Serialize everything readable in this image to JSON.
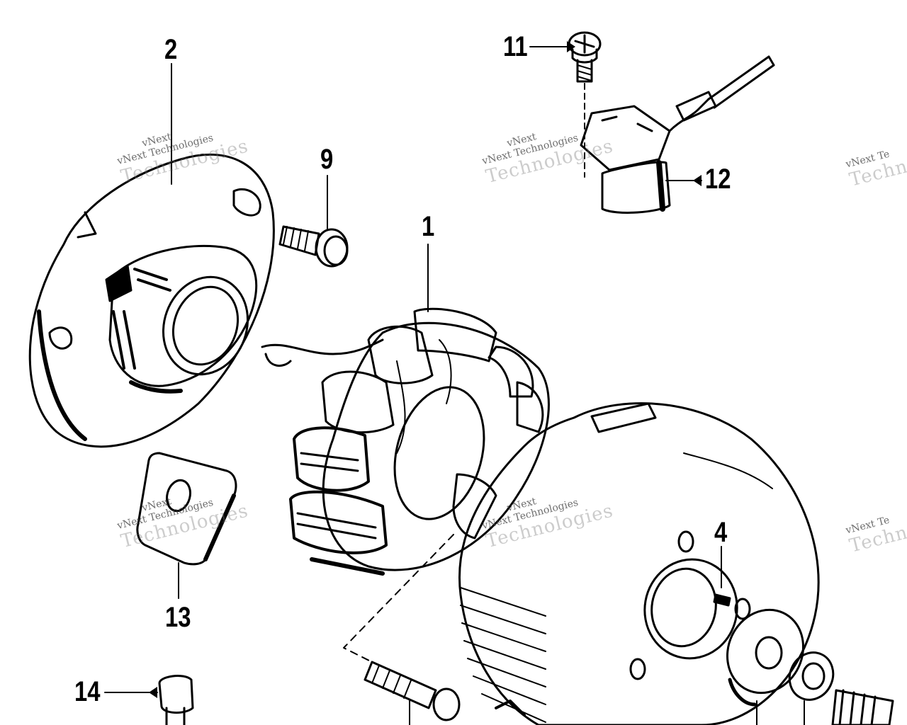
{
  "diagram": {
    "callouts": {
      "c1": "1",
      "c2": "2",
      "c4": "4",
      "c9": "9",
      "c11": "11",
      "c12": "12",
      "c13": "13",
      "c14": "14"
    }
  },
  "watermark": {
    "brand_short": "vNext Technologies",
    "brand_word": "vNext",
    "brand_tail": "Technologies",
    "brand_partial_short": "vNext Te",
    "brand_partial_big": "Techno"
  }
}
